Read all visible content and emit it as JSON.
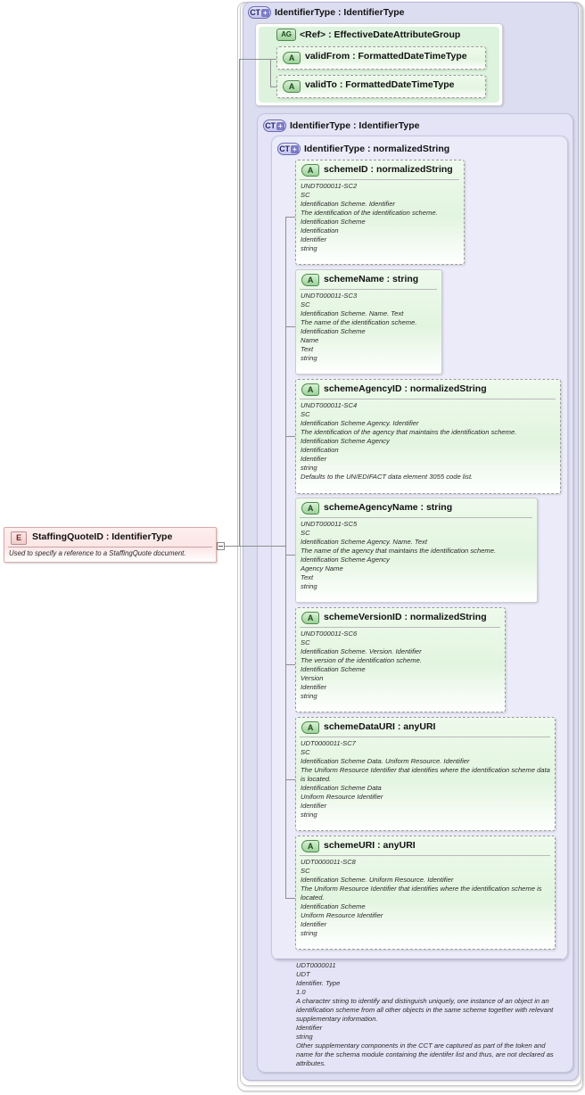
{
  "diagram": {
    "type": "xsd-schema-diagram",
    "element": {
      "badge": "E",
      "title": "StaffingQuoteID : IdentifierType",
      "doc": "Used to specify a reference to a StaffingQuote document."
    },
    "containers": {
      "ct_outer": {
        "badge": "CT",
        "plus": "+",
        "title": "IdentifierType : IdentifierType"
      },
      "ct_mid": {
        "badge": "CT",
        "plus": "+",
        "title": "IdentifierType : IdentifierType"
      },
      "ct_inner": {
        "badge": "CT",
        "plus": "+",
        "title": "IdentifierType : normalizedString"
      },
      "attr_group": {
        "badge": "AG",
        "title": "<Ref>      : EffectiveDateAttributeGroup"
      }
    },
    "group_attributes": [
      {
        "badge": "A",
        "title": "validFrom : FormattedDateTimeType"
      },
      {
        "badge": "A",
        "title": "validTo    : FormattedDateTimeType"
      }
    ],
    "attributes": [
      {
        "badge": "A",
        "title": "schemeID : normalizedString",
        "doc": [
          "UNDT000011-SC2",
          "SC",
          "Identification Scheme. Identifier",
          "The identification of the identification scheme.",
          "Identification Scheme",
          "Identification",
          "Identifier",
          "string"
        ]
      },
      {
        "badge": "A",
        "title": "schemeName : string",
        "doc": [
          "UNDT000011-SC3",
          "SC",
          "Identification Scheme. Name. Text",
          "The name of the identification scheme.",
          "Identification Scheme",
          "Name",
          "Text",
          "string"
        ]
      },
      {
        "badge": "A",
        "title": "schemeAgencyID : normalizedString",
        "doc": [
          "UNDT000011-SC4",
          "SC",
          "Identification Scheme Agency. Identifier",
          "The identification of the agency that maintains the identification scheme.",
          "Identification Scheme Agency",
          "Identification",
          "Identifier",
          "string",
          "Defaults to the UN/EDIFACT data element 3055 code list."
        ]
      },
      {
        "badge": "A",
        "title": "schemeAgencyName : string",
        "doc": [
          "UNDT000011-SC5",
          "SC",
          "Identification Scheme Agency. Name. Text",
          "The name of the agency that maintains the identification scheme.",
          "Identification Scheme Agency",
          "Agency Name",
          "Text",
          "string"
        ]
      },
      {
        "badge": "A",
        "title": "schemeVersionID : normalizedString",
        "doc": [
          "UNDT000011-SC6",
          "SC",
          "Identification Scheme. Version. Identifier",
          "The version of the identification scheme.",
          "Identification Scheme",
          "Version",
          "Identifier",
          "string"
        ]
      },
      {
        "badge": "A",
        "title": "schemeDataURI : anyURI",
        "doc": [
          "UDT0000011-SC7",
          "SC",
          "Identification Scheme Data. Uniform Resource. Identifier",
          "The Uniform Resource Identifier that identifies where the identification scheme data is located.",
          "Identification Scheme Data",
          "Uniform Resource Identifier",
          "Identifier",
          "string"
        ]
      },
      {
        "badge": "A",
        "title": "schemeURI : anyURI",
        "doc": [
          "UDT0000011-SC8",
          "SC",
          "Identification Scheme. Uniform Resource. Identifier",
          "The Uniform Resource Identifier that identifies where the identification scheme is located.",
          "Identification Scheme",
          "Uniform Resource Identifier",
          "Identifier",
          "string"
        ]
      }
    ],
    "footer_doc": [
      "UDT0000011",
      "UDT",
      "Identifier. Type",
      "1.0",
      "A character string to identify and distinguish uniquely, one instance of an object in an identification scheme from all other objects in the same scheme together with relevant supplementary information.",
      "Identifier",
      "string",
      "Other supplementary components in the CCT are captured as part of the token and name for the schema module containing the identifer list and thus, are not declared as attributes."
    ],
    "colors": {
      "element_fill": "#fce6e6",
      "element_border": "#d8a9a9",
      "attribute_fill": "#e2f5df",
      "container_fill": "#ddddf2",
      "badge_ct": "#7b7bc8",
      "badge_a": "#9ed19a",
      "line": "#8f8f8f"
    }
  }
}
